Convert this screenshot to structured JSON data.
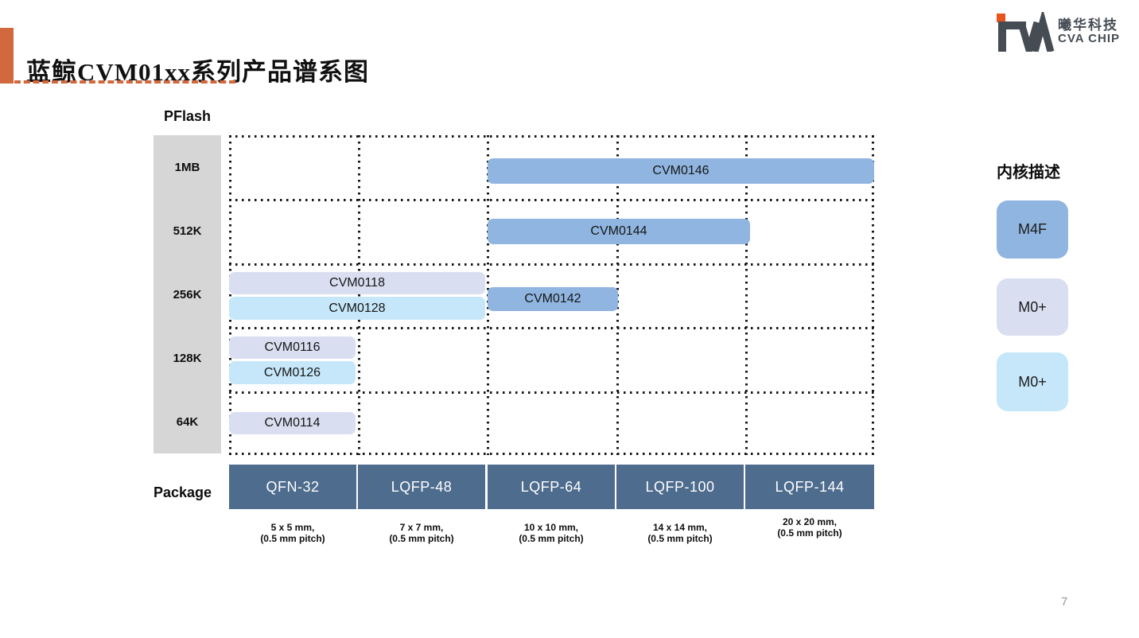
{
  "header": {
    "title": "蓝鲸CVM01xx系列产品谱系图"
  },
  "logo": {
    "company_cn": "曦华科技",
    "company_en": "CVA CHIP"
  },
  "chart": {
    "y_axis_title": "PFlash",
    "x_axis_title": "Package",
    "flash_sizes": [
      "1MB",
      "512K",
      "256K",
      "128K",
      "64K"
    ],
    "packages": [
      {
        "name": "QFN-32",
        "size": "5 x 5 mm,",
        "pitch": "(0.5 mm pitch)"
      },
      {
        "name": "LQFP-48",
        "size": "7 x 7 mm,",
        "pitch": "(0.5 mm pitch)"
      },
      {
        "name": "LQFP-64",
        "size": "10 x 10 mm,",
        "pitch": "(0.5 mm pitch)"
      },
      {
        "name": "LQFP-100",
        "size": "14 x 14 mm,",
        "pitch": "(0.5 mm pitch)"
      },
      {
        "name": "LQFP-144",
        "size": "20 x 20 mm,",
        "pitch": "(0.5 mm pitch)"
      }
    ],
    "products": [
      {
        "name": "CVM0146",
        "core": "M4F",
        "flash": "1MB",
        "package_span": [
          "LQFP-64",
          "LQFP-144"
        ]
      },
      {
        "name": "CVM0144",
        "core": "M4F",
        "flash": "512K",
        "package_span": [
          "LQFP-64",
          "LQFP-100"
        ]
      },
      {
        "name": "CVM0118",
        "core": "M0+",
        "flash": "256K",
        "package_span": [
          "QFN-32",
          "LQFP-48"
        ]
      },
      {
        "name": "CVM0128",
        "core": "M0+",
        "flash": "256K",
        "package_span": [
          "QFN-32",
          "LQFP-48"
        ]
      },
      {
        "name": "CVM0142",
        "core": "M4F",
        "flash": "256K",
        "package_span": [
          "LQFP-64",
          "LQFP-64"
        ]
      },
      {
        "name": "CVM0116",
        "core": "M0+",
        "flash": "128K",
        "package_span": [
          "QFN-32",
          "QFN-32"
        ]
      },
      {
        "name": "CVM0126",
        "core": "M0+",
        "flash": "128K",
        "package_span": [
          "QFN-32",
          "QFN-32"
        ]
      },
      {
        "name": "CVM0114",
        "core": "M0+",
        "flash": "64K",
        "package_span": [
          "QFN-32",
          "QFN-32"
        ]
      }
    ]
  },
  "legend": {
    "title": "内核描述",
    "items": [
      {
        "label": "M4F",
        "color": "#8FB5E0"
      },
      {
        "label": "M0+",
        "color": "#D9DFF1"
      },
      {
        "label": "M0+",
        "color": "#C6E7F9"
      }
    ]
  },
  "colors": {
    "accent_orange": "#D2693E",
    "package_band": "#4E6C8E",
    "axis_column_gray": "#D6D6D6",
    "logo_gray": "#454C53",
    "logo_square_orange": "#E8551C"
  },
  "page_number": "7"
}
